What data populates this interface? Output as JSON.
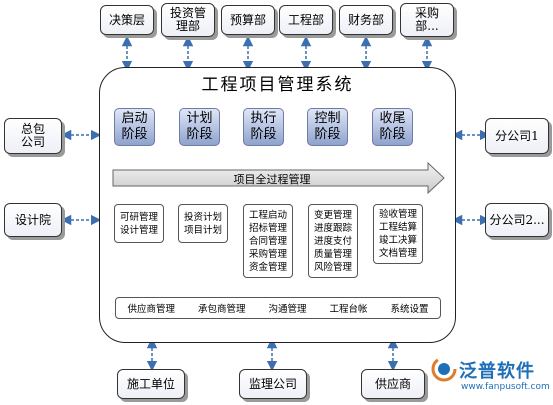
{
  "system_title": "工程项目管理系统",
  "top_departments": [
    "决策层",
    "投资管理部",
    "预算部",
    "工程部",
    "财务部",
    "采购部..."
  ],
  "left_parties": [
    "总包公司",
    "设计院"
  ],
  "right_parties": [
    "分公司1",
    "分公司2..."
  ],
  "bottom_parties": [
    "施工单位",
    "监理公司",
    "供应商"
  ],
  "phases": [
    "启动阶段",
    "计划阶段",
    "执行阶段",
    "控制阶段",
    "收尾阶段"
  ],
  "lifecycle_label": "项目全过程管理",
  "modules": [
    "可研管理\n设计管理",
    "投资计划\n项目计划",
    "工程启动\n招标管理\n合同管理\n采购管理\n资金管理",
    "变更管理\n进度跟踪\n进度支付\n质量管理\n风险管理",
    "验收管理\n工程结算\n竣工决算\n文档管理"
  ],
  "bottom_bar_items": [
    "供应商管理",
    "承包商管理",
    "沟通管理",
    "工程台帐",
    "系统设置"
  ],
  "logo": {
    "name": "泛普软件",
    "url": "www.fanpusoft.com"
  },
  "colors": {
    "arrow": "#3c6fb0",
    "phase_fill": "#9eafd6",
    "accent": "#1f6fb8"
  }
}
